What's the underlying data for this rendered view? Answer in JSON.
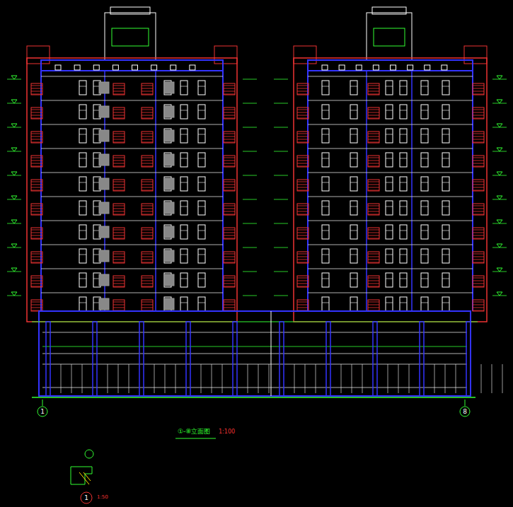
{
  "diagram": {
    "labels": [
      "1",
      "8",
      "①-⑧立面图",
      "1:100",
      "1",
      "1:50"
    ]
  }
}
